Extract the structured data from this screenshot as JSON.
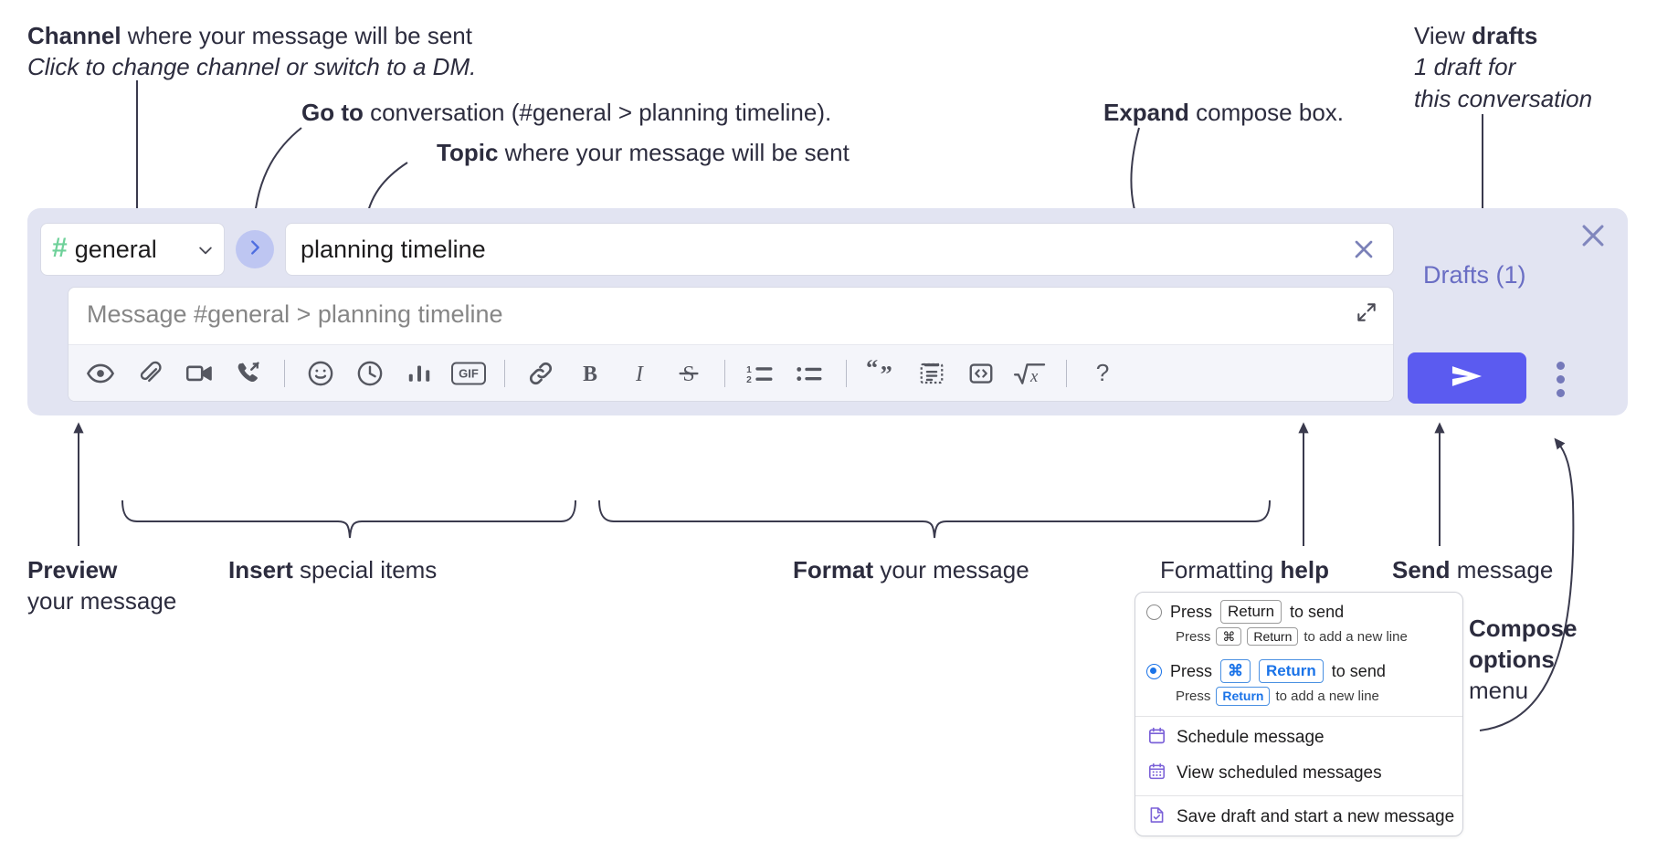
{
  "annotations": {
    "channel": {
      "line1_bold": "Channel",
      "line1_rest": " where your message will be sent",
      "line2_italic": "Click to change channel or switch to a DM."
    },
    "goto": {
      "bold": "Go to",
      "rest": " conversation (#general > planning timeline)."
    },
    "topic": {
      "bold": "Topic",
      "rest": " where your message will be sent"
    },
    "expand": {
      "bold": "Expand",
      "rest": " compose box."
    },
    "drafts": {
      "line1_plain": "View ",
      "line1_bold": "drafts",
      "line2_italic": "1 draft for",
      "line3_italic": "this conversation"
    },
    "preview": {
      "bold": "Preview",
      "line2": "your message"
    },
    "insert": {
      "bold": "Insert",
      "rest": " special items"
    },
    "format": {
      "bold": "Format",
      "rest": " your message"
    },
    "help": {
      "plain": "Formatting ",
      "bold": "help"
    },
    "send": {
      "bold": "Send",
      "rest": " message"
    },
    "compose_options": {
      "line1_bold": "Compose",
      "line2_bold": "options",
      "line3_plain": "menu"
    }
  },
  "compose": {
    "channel": {
      "hash": "#",
      "name": "general",
      "chevron_icon": "chevron-down-icon"
    },
    "goto_icon": "chevron-right-icon",
    "topic": {
      "value": "planning timeline",
      "clear_icon": "close-icon"
    },
    "message": {
      "placeholder": "Message #general > planning timeline",
      "expand_icon": "expand-diagonal-icon"
    },
    "shell_close_icon": "close-icon",
    "drafts_label": "Drafts (1)",
    "send_icon": "paper-plane-icon",
    "kebab_icon": "more-vertical-icon",
    "toolbar": [
      {
        "name": "preview-button",
        "icon": "eye-icon"
      },
      {
        "name": "attach-button",
        "icon": "paperclip-icon"
      },
      {
        "name": "video-clip-button",
        "icon": "video-camera-icon"
      },
      {
        "name": "audio-clip-button",
        "icon": "phone-arrow-icon"
      },
      {
        "name": "separator-1",
        "icon": "separator"
      },
      {
        "name": "emoji-button",
        "icon": "smiley-icon"
      },
      {
        "name": "reminder-button",
        "icon": "clock-icon"
      },
      {
        "name": "poll-button",
        "icon": "bar-chart-icon"
      },
      {
        "name": "gif-button",
        "icon": "gif-icon"
      },
      {
        "name": "separator-2",
        "icon": "separator"
      },
      {
        "name": "link-button",
        "icon": "link-icon"
      },
      {
        "name": "bold-button",
        "icon": "bold-icon"
      },
      {
        "name": "italic-button",
        "icon": "italic-icon"
      },
      {
        "name": "strikethrough-button",
        "icon": "strikethrough-icon"
      },
      {
        "name": "separator-3",
        "icon": "separator"
      },
      {
        "name": "ordered-list-button",
        "icon": "ordered-list-icon"
      },
      {
        "name": "bulleted-list-button",
        "icon": "bulleted-list-icon"
      },
      {
        "name": "separator-4",
        "icon": "separator"
      },
      {
        "name": "blockquote-button",
        "icon": "quote-icon"
      },
      {
        "name": "code-block-button",
        "icon": "code-block-icon"
      },
      {
        "name": "code-button",
        "icon": "code-angle-icon"
      },
      {
        "name": "math-button",
        "icon": "square-root-x-icon"
      },
      {
        "name": "separator-5",
        "icon": "separator"
      },
      {
        "name": "formatting-help-button",
        "icon": "question-mark-icon"
      }
    ]
  },
  "options_menu": {
    "radio1": {
      "selected": false,
      "prefix": "Press",
      "key": "Return",
      "suffix": "to send",
      "sub_prefix": "Press",
      "sub_key1": "⌘",
      "sub_key2": "Return",
      "sub_suffix": "to add a new line"
    },
    "radio2": {
      "selected": true,
      "prefix": "Press",
      "key1": "⌘",
      "key2": "Return",
      "suffix": "to send",
      "sub_prefix": "Press",
      "sub_key": "Return",
      "sub_suffix": "to add a new line"
    },
    "items": [
      {
        "label": "Schedule message",
        "icon": "calendar-icon"
      },
      {
        "label": "View scheduled messages",
        "icon": "calendar-grid-icon"
      },
      {
        "label": "Save draft and start a new message",
        "icon": "file-check-icon"
      }
    ]
  },
  "colors": {
    "shell_bg": "#e2e4f2",
    "send_button": "#5b5bf0",
    "channel_hash": "#6fd19a",
    "goto_circle": "#bec6f2",
    "drafts_text": "#6a6ec4",
    "accent_blue": "#1a73e8"
  }
}
